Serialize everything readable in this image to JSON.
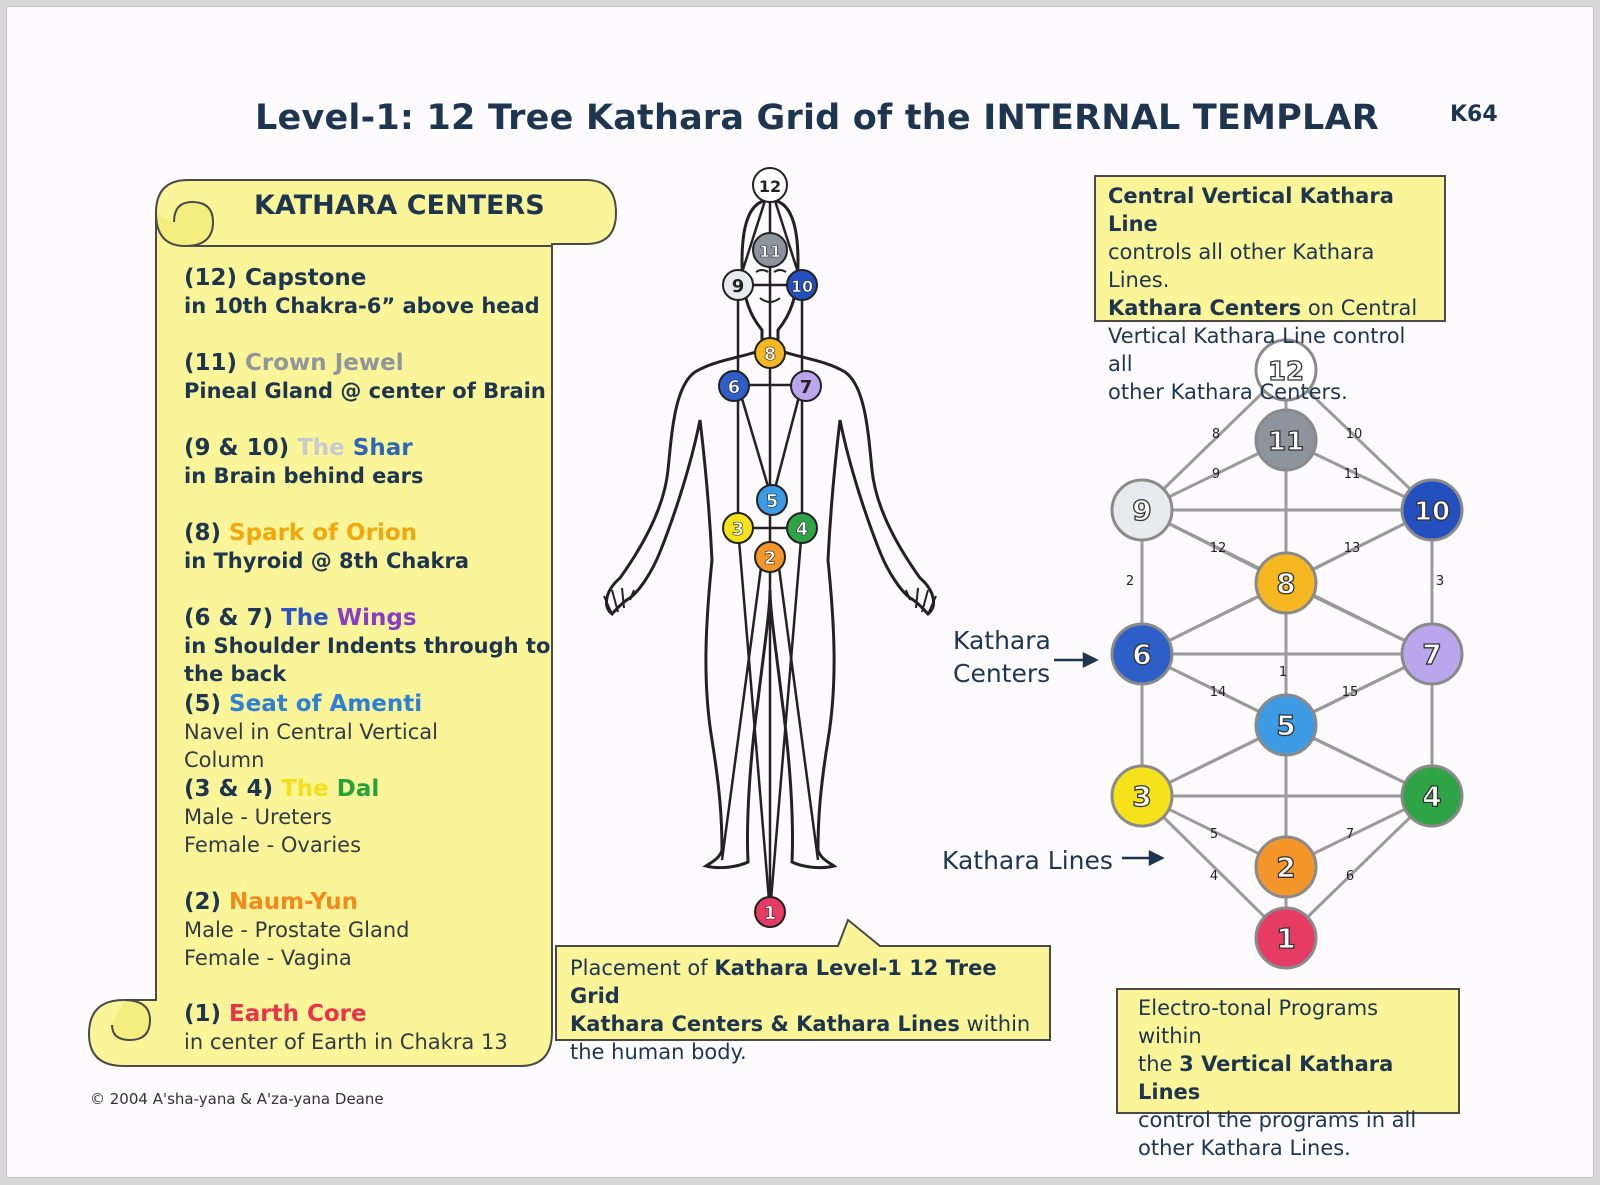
{
  "title": "Level-1:  12 Tree Kathara Grid of the INTERNAL TEMPLAR",
  "code": "K64",
  "copyright": "© 2004 A'sha-yana & A'za-yana Deane",
  "scroll": {
    "title": "KATHARA CENTERS",
    "entries": [
      {
        "num": "(12)",
        "parts": [
          {
            "text": " Capstone",
            "color": "#1e3550"
          }
        ],
        "lines": [
          {
            "text": "in 10th Chakra-6” above head",
            "bold": true
          }
        ]
      },
      {
        "num": "(11)",
        "parts": [
          {
            "text": " Crown Jewel",
            "color": "#8f969c"
          }
        ],
        "lines": [
          {
            "text": "Pineal Gland @ center of Brain",
            "bold": true
          }
        ]
      },
      {
        "num": "(9 & 10)",
        "parts": [
          {
            "text": " The",
            "color": "#c6cbd1"
          },
          {
            "text": " Shar",
            "color": "#2e67b8"
          }
        ],
        "lines": [
          {
            "text": "in Brain behind ears",
            "bold": true
          }
        ]
      },
      {
        "num": "(8)",
        "parts": [
          {
            "text": " Spark of Orion",
            "color": "#f2a80d"
          }
        ],
        "lines": [
          {
            "text": "in Thyroid @ 8th Chakra",
            "bold": true
          }
        ]
      },
      {
        "num": "(6 & 7)",
        "parts": [
          {
            "text": " The ",
            "color": "#2b54c4"
          },
          {
            "text": "Wings",
            "color": "#8a3cc9"
          }
        ],
        "lines": [
          {
            "text": "in Shoulder Indents through to",
            "bold": true
          },
          {
            "text": "the back",
            "bold": true
          }
        ]
      },
      {
        "num": "(5)",
        "parts": [
          {
            "text": " Seat of Amenti",
            "color": "#2f7fd6"
          }
        ],
        "lines": [
          {
            "text": "Navel in Central Vertical",
            "bold": false
          },
          {
            "text": "Column",
            "bold": false
          }
        ]
      },
      {
        "num": "(3 & 4)",
        "parts": [
          {
            "text": " The ",
            "color": "#f5de17"
          },
          {
            "text": "Dal",
            "color": "#27a13c"
          }
        ],
        "lines": [
          {
            "text": "Male - Ureters",
            "bold": false
          },
          {
            "text": "Female - Ovaries",
            "bold": false
          }
        ]
      },
      {
        "num": "(2)",
        "parts": [
          {
            "text": " Naum-Yun",
            "color": "#f28a1c"
          }
        ],
        "lines": [
          {
            "text": "Male - Prostate Gland",
            "bold": false
          },
          {
            "text": "Female - Vagina",
            "bold": false
          }
        ]
      },
      {
        "num": "(1)",
        "parts": [
          {
            "text": " Earth Core",
            "color": "#e8334a"
          }
        ],
        "lines": [
          {
            "text": "in center of Earth in Chakra 13",
            "bold": false
          }
        ]
      }
    ]
  },
  "central_box": {
    "l1_bold": "Central Vertical Kathara Line",
    "l2": "controls all other Kathara Lines.",
    "l3_bold": "Kathara Centers",
    "l3_rest": " on Central",
    "l4": "Vertical Kathara Line control all",
    "l5": "other Kathara Centers."
  },
  "placement_box": {
    "l1_a": "Placement of ",
    "l1_b": "Kathara Level-1 12 Tree Grid",
    "l2_b": "Kathara Centers & Kathara Lines",
    "l2_c": " within",
    "l3": "the human body."
  },
  "electro_box": {
    "l1": "Electro-tonal Programs within",
    "l2_a": "the ",
    "l2_b": "3 Vertical Kathara Lines",
    "l3": "control the programs in all",
    "l4": "other Kathara Lines."
  },
  "labels": {
    "centers_1": "Kathara",
    "centers_2": "Centers",
    "lines": "Kathara Lines"
  },
  "colors": {
    "c1": "#e63b63",
    "c2": "#f5962a",
    "c3": "#f5e21a",
    "c4": "#2fa446",
    "c5": "#3d9be4",
    "c6": "#2e5fc9",
    "c7": "#b9a6ec",
    "c8": "#f5b820",
    "c9": "#e9eaee",
    "c10": "#244fbf",
    "c11": "#8d949d",
    "c12": "#ffffff",
    "scroll": "#fbf59a",
    "ink": "#1e3550"
  },
  "tree_nodes": [
    "1",
    "2",
    "3",
    "4",
    "5",
    "6",
    "7",
    "8",
    "9",
    "10",
    "11",
    "12"
  ],
  "line_numbers": [
    "1",
    "2",
    "3",
    "4",
    "5",
    "6",
    "7",
    "8",
    "9",
    "10",
    "11",
    "12",
    "13",
    "14",
    "15"
  ],
  "body_nodes": [
    "1",
    "2",
    "3",
    "4",
    "5",
    "6",
    "7",
    "8",
    "9",
    "10",
    "11",
    "12"
  ]
}
